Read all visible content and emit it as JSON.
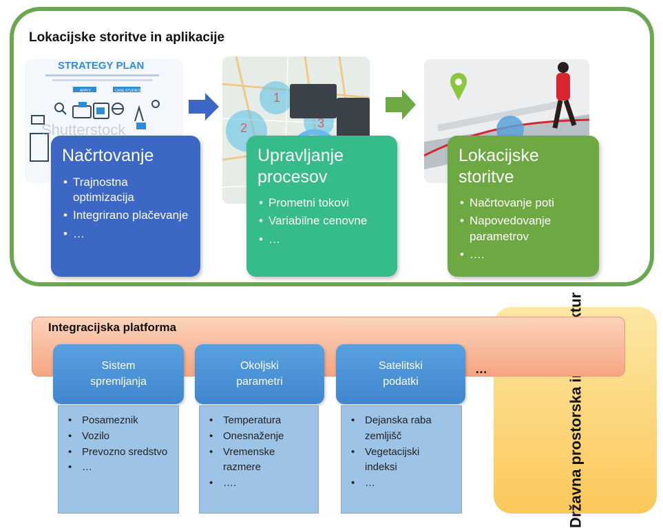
{
  "top_section": {
    "title": "Lokacijske storitve in aplikacije"
  },
  "pictures": {
    "strategy": {
      "heading": "STRATEGY PLAN",
      "button_apply": "APPLY",
      "button_case": "CASE STUDIES",
      "watermark": "Shutterstock"
    },
    "map": {
      "markers": [
        "1",
        "2",
        "3"
      ]
    }
  },
  "cards": [
    {
      "title": "Načrtovanje",
      "items": [
        "Trajnostna optimizacija",
        "Integrirano plačevanje",
        "…"
      ]
    },
    {
      "title": "Upravljanje procesov",
      "items": [
        "Prometni tokovi",
        "Variabilne cenovne",
        "…"
      ]
    },
    {
      "title": "Lokacijske storitve",
      "items": [
        "Načrtovanje poti",
        "Napovedovanje parametrov",
        "…."
      ]
    }
  ],
  "platform": {
    "title": "Integracijska platforma",
    "ellipsis": "…",
    "sources": [
      {
        "label": "Sistem spremljanja",
        "items": [
          "Posameznik",
          "Vozilo",
          "Prevozno sredstvo",
          "…"
        ]
      },
      {
        "label": "Okoljski parametri",
        "items": [
          "Temperatura",
          "Onesnaženje",
          "Vremenske razmere",
          "…."
        ]
      },
      {
        "label": "Satelitski podatki",
        "items": [
          "Dejanska raba zemljišč",
          "Vegetacijski indeksi",
          "…"
        ]
      }
    ]
  },
  "infrastructure": {
    "label": "Državna prostorska infrastruktur"
  },
  "colors": {
    "frame_green": "#6aa84f",
    "card_blue": "#3d67c4",
    "card_teal": "#36bb8a",
    "card_green": "#6ea843",
    "platform_orange": "#f5a582",
    "pill_blue": "#4a90d9",
    "list_blue": "#9dc3e6",
    "infra_yellow": "#fbc85a"
  }
}
